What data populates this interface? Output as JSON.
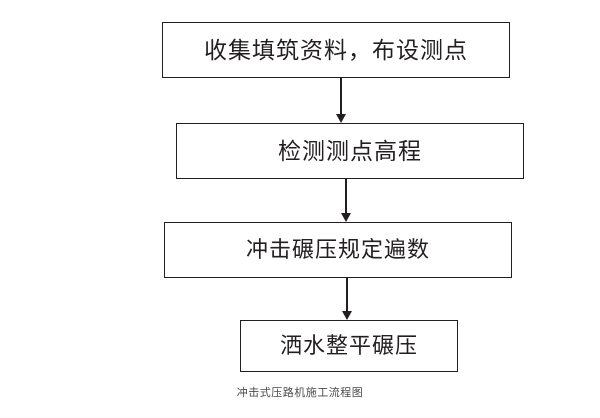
{
  "diagram": {
    "caption": "冲击式压路机施工流程图",
    "colors": {
      "stroke": "#231f20",
      "fill": "#ffffff",
      "caption": "#4a4a4a"
    },
    "nodes": [
      {
        "id": "node-1",
        "label": "收集填筑资料，布设测点"
      },
      {
        "id": "node-2",
        "label": "检测测点高程"
      },
      {
        "id": "node-3",
        "label": "冲击碾压规定遍数"
      },
      {
        "id": "node-4",
        "label": "洒水整平碾压"
      }
    ],
    "connectors": [
      {
        "id": "arrow-1",
        "from": "node-1",
        "to": "node-2",
        "direction": "down"
      },
      {
        "id": "arrow-2",
        "from": "node-2",
        "to": "node-3",
        "direction": "down"
      },
      {
        "id": "arrow-3",
        "from": "node-3",
        "to": "node-4",
        "direction": "down"
      }
    ]
  }
}
